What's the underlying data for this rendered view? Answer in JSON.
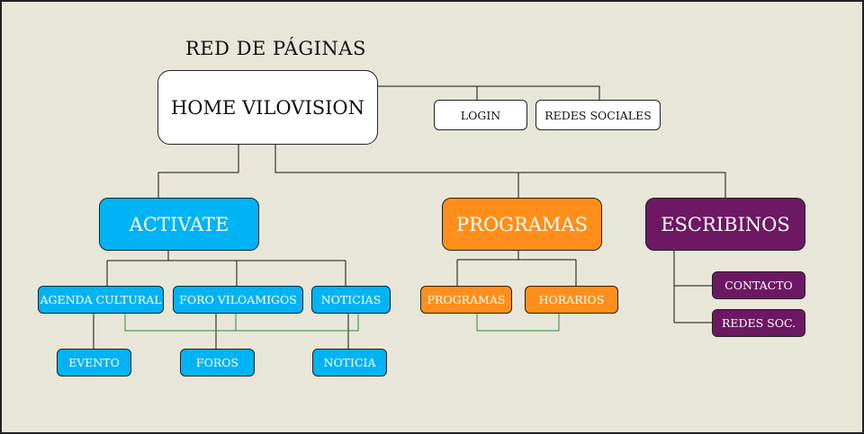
{
  "title": "RED DE PÁGINAS",
  "home": "HOME VILOVISION",
  "top_links": {
    "login": "LOGIN",
    "redes_sociales": "REDES SOCIALES"
  },
  "sections": {
    "activate": {
      "label": "ACTIVATE",
      "children": [
        "AGENDA CULTURAL",
        "FORO VILOAMIGOS",
        "NOTICIAS"
      ],
      "grandchildren": [
        "EVENTO",
        "FOROS",
        "NOTICIA"
      ]
    },
    "programas": {
      "label": "PROGRAMAS",
      "children": [
        "PROGRAMAS",
        "HORARIOS"
      ]
    },
    "escribinos": {
      "label": "ESCRIBINOS",
      "children": [
        "CONTACTO",
        "REDES SOC."
      ]
    }
  },
  "colors": {
    "background": "#e8e6d9",
    "activate": "#00b3f5",
    "programas": "#ff8f1a",
    "escribinos": "#6d1863",
    "cross_links": "#2e8b3a"
  }
}
